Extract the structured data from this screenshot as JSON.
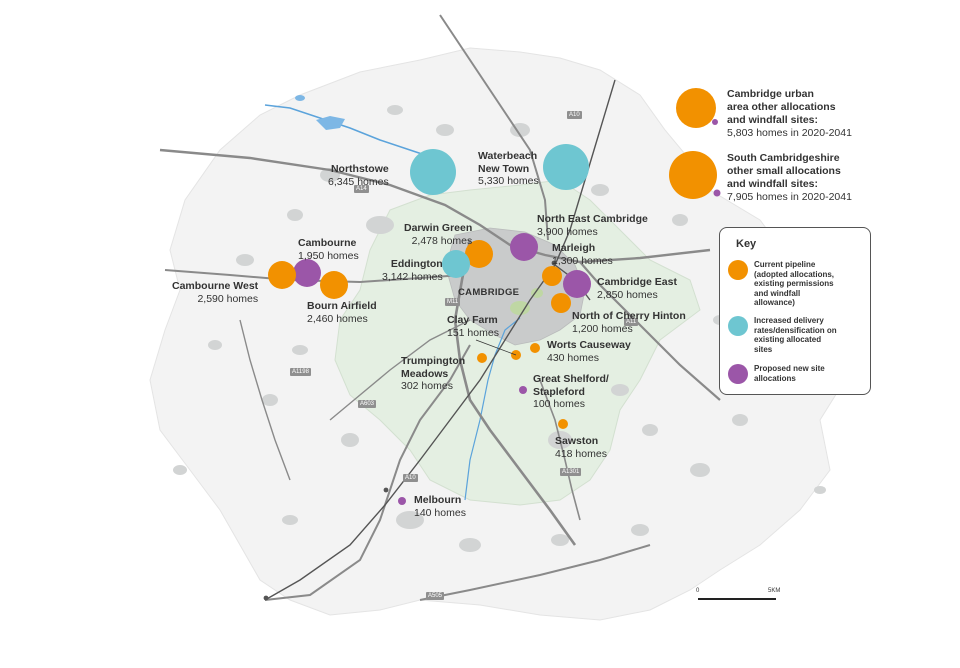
{
  "colors": {
    "pipeline": "#F29100",
    "density": "#6EC6D1",
    "new_sites": "#9B56A8",
    "district": "#E6F0E4",
    "urban": "#C9CBCB",
    "roads": "#8A8A8A",
    "water": "#5BA3DB"
  },
  "map": {
    "city_label": "CAMBRIDGE",
    "roads": [
      "A10",
      "A14",
      "M11",
      "A11",
      "A1198",
      "A603",
      "A505",
      "A1301",
      "A10"
    ]
  },
  "sites": [
    {
      "id": "northstowe",
      "name": "Northstowe",
      "homes": "6,345 homes",
      "category": "density",
      "size": 2
    },
    {
      "id": "waterbeach",
      "name": "Waterbeach\nNew Town",
      "homes": "5,330 homes",
      "category": "density",
      "size": 2
    },
    {
      "id": "darwin-green",
      "name": "Darwin Green",
      "homes": "2,478 homes",
      "category": "pipeline",
      "size": 1
    },
    {
      "id": "north-east-cambridge",
      "name": "North East Cambridge",
      "homes": "3,900 homes",
      "category": "new_sites",
      "size": 1
    },
    {
      "id": "marleigh",
      "name": "Marleigh",
      "homes": "1,300 homes",
      "category": "pipeline",
      "size": 0
    },
    {
      "id": "cambourne",
      "name": "Cambourne",
      "homes": "1,950 homes",
      "category": "new_sites",
      "size": 1
    },
    {
      "id": "eddington",
      "name": "Eddington",
      "homes": "3,142 homes",
      "category": "density",
      "size": 1
    },
    {
      "id": "cambourne-west",
      "name": "Cambourne West",
      "homes": "2,590 homes",
      "category": "pipeline",
      "size": 1
    },
    {
      "id": "cambridge-east",
      "name": "Cambridge East",
      "homes": "2,850 homes",
      "category": "new_sites",
      "size": 1
    },
    {
      "id": "bourn-airfield",
      "name": "Bourn Airfield",
      "homes": "2,460 homes",
      "category": "pipeline",
      "size": 1
    },
    {
      "id": "north-of-cherry-hinton",
      "name": "North of Cherry Hinton",
      "homes": "1,200 homes",
      "category": "pipeline",
      "size": 0
    },
    {
      "id": "clay-farm",
      "name": "Clay Farm",
      "homes": "151 homes",
      "category": "pipeline",
      "size": -1
    },
    {
      "id": "worts-causeway",
      "name": "Worts Causeway",
      "homes": "430 homes",
      "category": "pipeline",
      "size": -1
    },
    {
      "id": "trumpington-meadows",
      "name": "Trumpington\nMeadows",
      "homes": "302 homes",
      "category": "pipeline",
      "size": -1
    },
    {
      "id": "great-shelford",
      "name": "Great Shelford/\nStapleford",
      "homes": "100 homes",
      "category": "new_sites",
      "size": -1
    },
    {
      "id": "sawston",
      "name": "Sawston",
      "homes": "418 homes",
      "category": "pipeline",
      "size": -1
    },
    {
      "id": "melbourn",
      "name": "Melbourn",
      "homes": "140 homes",
      "category": "new_sites",
      "size": -1
    }
  ],
  "summaries": [
    {
      "id": "urban",
      "title": "Cambridge urban\narea other allocations\nand windfall sites:",
      "value": "5,803 homes in 2020-2041"
    },
    {
      "id": "south",
      "title": "South Cambridgeshire\nother small allocations\nand windfall sites:",
      "value": "7,905 homes in 2020-2041"
    }
  ],
  "key": {
    "title": "Key",
    "items": [
      {
        "category": "pipeline",
        "label": "Current pipeline\n(adopted allocations,\nexisting permissions\nand windfall\nallowance)"
      },
      {
        "category": "density",
        "label": "Increased delivery\nrates/densification on\nexisting allocated\nsites"
      },
      {
        "category": "new_sites",
        "label": "Proposed new site\nallocations"
      }
    ]
  },
  "scale": {
    "start": "0",
    "end": "5KM"
  }
}
